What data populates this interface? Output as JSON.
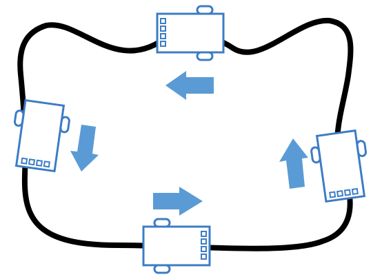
{
  "diagram": {
    "track": {
      "shape": "closed-loop-line-track",
      "color": "#000000"
    },
    "robots": [
      {
        "id": "top",
        "heading": "left",
        "icon": "line-follower-robot-icon"
      },
      {
        "id": "left",
        "heading": "down",
        "icon": "line-follower-robot-icon"
      },
      {
        "id": "bottom",
        "heading": "right",
        "icon": "line-follower-robot-icon"
      },
      {
        "id": "right",
        "heading": "up",
        "icon": "line-follower-robot-icon"
      }
    ],
    "arrows": [
      {
        "id": "top",
        "direction": "left",
        "icon": "arrow-left-icon"
      },
      {
        "id": "left",
        "direction": "down",
        "icon": "arrow-down-icon"
      },
      {
        "id": "bottom",
        "direction": "right",
        "icon": "arrow-right-icon"
      },
      {
        "id": "right",
        "direction": "up",
        "icon": "arrow-up-icon"
      }
    ],
    "colors": {
      "robot_outline": "#3C7CC4",
      "robot_body": "#ffffff",
      "arrow_fill": "#5B9BD5",
      "track": "#000000"
    }
  }
}
